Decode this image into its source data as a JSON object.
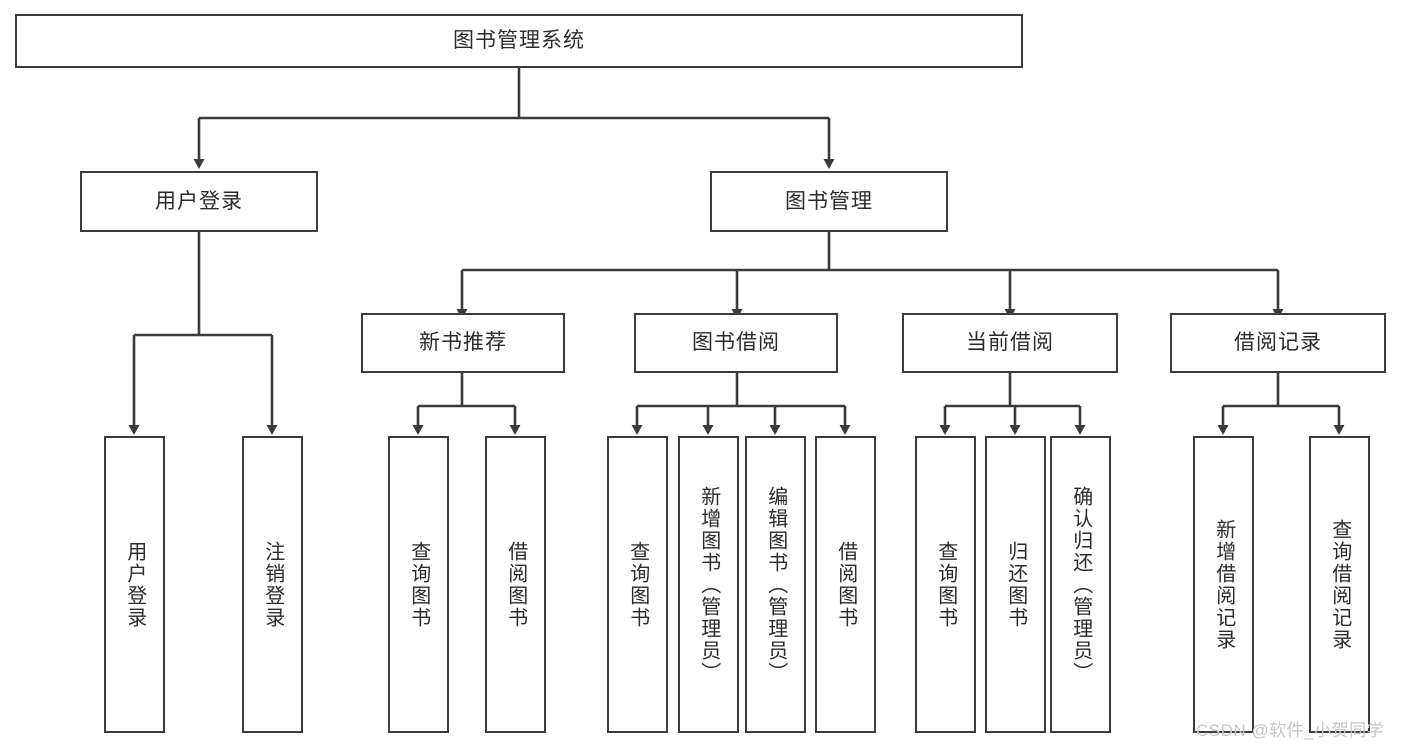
{
  "diagram": {
    "title": "图书管理系统",
    "type": "tree-hierarchy-chart",
    "watermark": "CSDN @软件_小贺同学",
    "colors": {
      "stroke": "#3b3b3b",
      "fill": "#ffffff",
      "text": "#2b2b2b",
      "watermark": "#c6c6c6"
    },
    "root": {
      "label": "图书管理系统"
    },
    "level2": [
      {
        "label": "用户登录"
      },
      {
        "label": "图书管理"
      }
    ],
    "level3": [
      {
        "label": "新书推荐"
      },
      {
        "label": "图书借阅"
      },
      {
        "label": "当前借阅"
      },
      {
        "label": "借阅记录"
      }
    ],
    "leaves": {
      "user_login": [
        {
          "label": "用户登录"
        },
        {
          "label": "注销登录"
        }
      ],
      "new_book_recommend": [
        {
          "label": "查询图书"
        },
        {
          "label": "借阅图书"
        }
      ],
      "book_borrow": [
        {
          "label": "查询图书"
        },
        {
          "label": "新增图书（管理员）"
        },
        {
          "label": "编辑图书（管理员）"
        },
        {
          "label": "借阅图书"
        }
      ],
      "current_borrow": [
        {
          "label": "查询图书"
        },
        {
          "label": "归还图书"
        },
        {
          "label": "确认归还（管理员）"
        }
      ],
      "borrow_record": [
        {
          "label": "新增借阅记录"
        },
        {
          "label": "查询借阅记录"
        }
      ]
    }
  }
}
